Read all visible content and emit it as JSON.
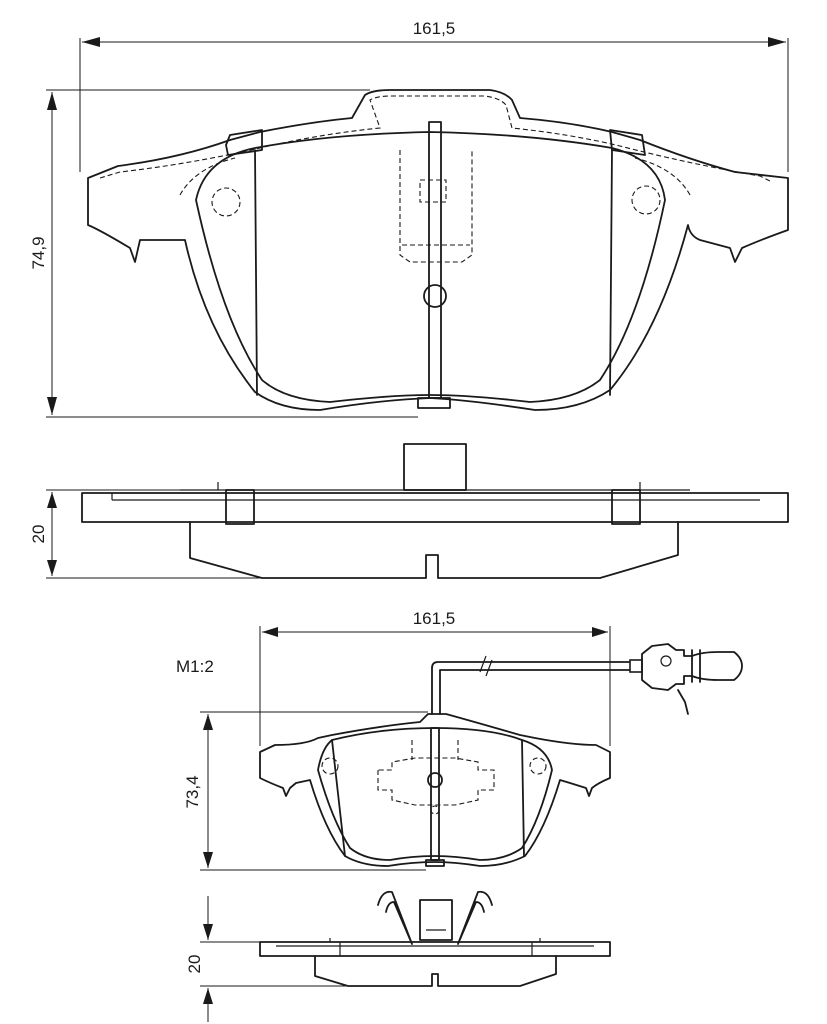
{
  "dimensions": {
    "top_width": "161,5",
    "top_height": "74,9",
    "top_thickness": "20",
    "bottom_width": "161,5",
    "bottom_height": "73,4",
    "bottom_thickness": "20"
  },
  "scale_label": "M1:2"
}
